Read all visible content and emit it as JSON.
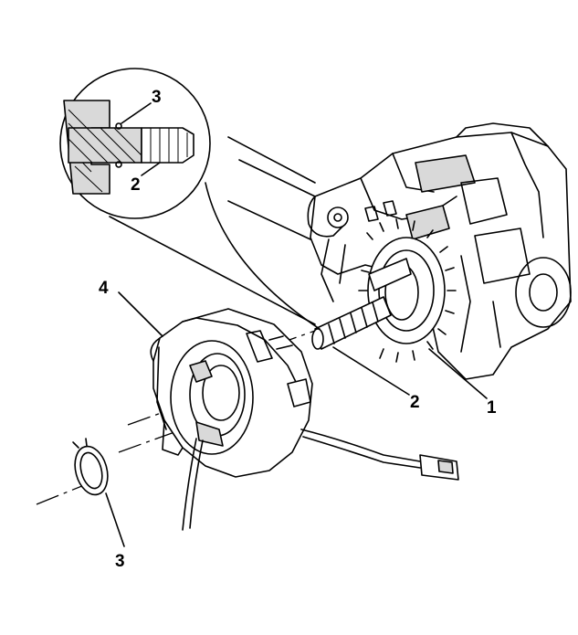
{
  "callouts": {
    "label_1": "1",
    "label_2_main": "2",
    "label_2_inset": "2",
    "label_3_main": "3",
    "label_3_inset": "3",
    "label_4": "4"
  }
}
